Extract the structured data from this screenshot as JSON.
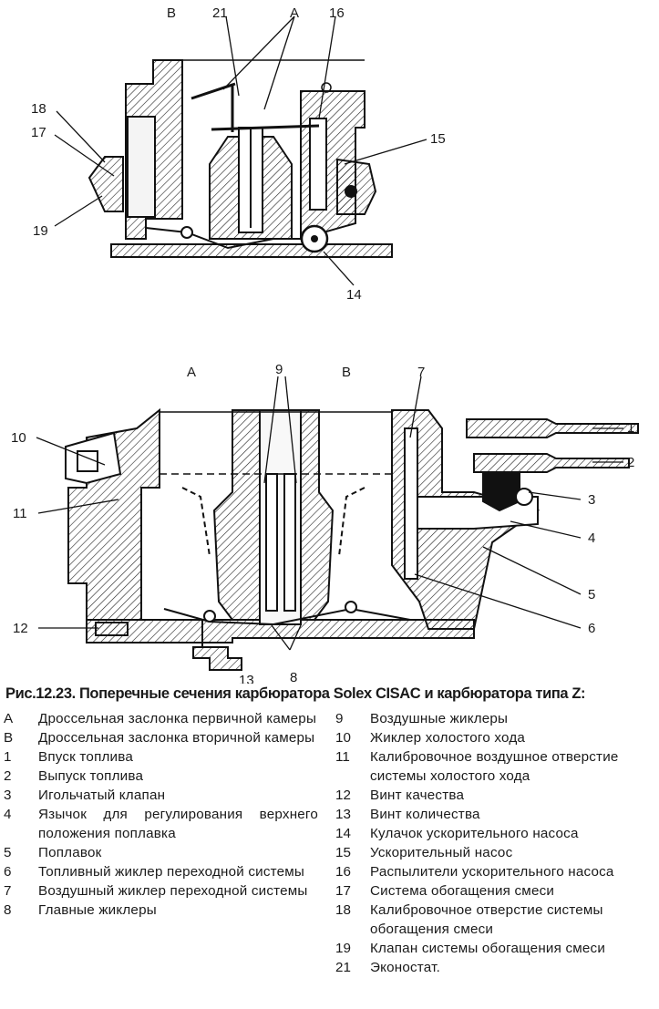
{
  "figure": {
    "top_labels": {
      "B": "B",
      "n21": "21",
      "A": "A",
      "n16": "16",
      "n18": "18",
      "n17": "17",
      "n15": "15",
      "n19": "19",
      "n14": "14"
    },
    "bottom_labels": {
      "A": "A",
      "n9": "9",
      "B": "B",
      "n7": "7",
      "n10": "10",
      "n1": "1",
      "n2": "2",
      "n11": "11",
      "n3": "3",
      "n4": "4",
      "n5": "5",
      "n12": "12",
      "n6": "6",
      "n13": "13",
      "n8": "8"
    }
  },
  "caption": "Рис.12.23. Поперечные сечения карбюратора Solex CISAC и карбюратора типа Z:",
  "legend_left": [
    {
      "key": "A",
      "text": "Дроссельная заслонка первичной камеры"
    },
    {
      "key": "B",
      "text": "Дроссельная заслонка вторичной камеры"
    },
    {
      "key": "1",
      "text": "Впуск топлива"
    },
    {
      "key": "2",
      "text": "Выпуск топлива"
    },
    {
      "key": "3",
      "text": "Игольчатый клапан"
    },
    {
      "key": "4",
      "text": "Язычок для регулирования верхнего положения поплавка"
    },
    {
      "key": "5",
      "text": "Поплавок"
    },
    {
      "key": "6",
      "text": "Топливный жиклер переходной системы"
    },
    {
      "key": "7",
      "text": "Воздушный жиклер переходной системы"
    },
    {
      "key": "8",
      "text": "Главные жиклеры"
    }
  ],
  "legend_right": [
    {
      "key": "9",
      "text": "Воздушные жиклеры"
    },
    {
      "key": "10",
      "text": "Жиклер холостого хода"
    },
    {
      "key": "11",
      "text": "Калибровочное воздушное отверстие системы холостого хода"
    },
    {
      "key": "12",
      "text": "Винт качества"
    },
    {
      "key": "13",
      "text": "Винт количества"
    },
    {
      "key": "14",
      "text": "Кулачок ускорительного насоса"
    },
    {
      "key": "15",
      "text": "Ускорительный насос"
    },
    {
      "key": "16",
      "text": "Распылители ускорительного насоса"
    },
    {
      "key": "17",
      "text": "Система обогащения смеси"
    },
    {
      "key": "18",
      "text": "Калибровочное отверстие системы обогащения смеси"
    },
    {
      "key": "19",
      "text": "Клапан системы обогащения смеси"
    },
    {
      "key": "21",
      "text": "Эконостат."
    }
  ]
}
